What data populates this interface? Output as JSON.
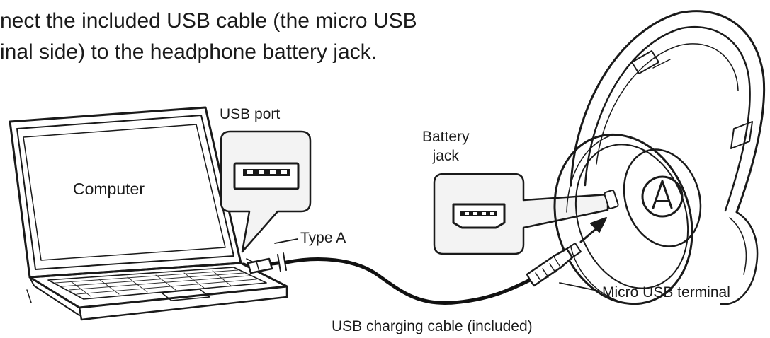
{
  "instruction": {
    "line1": "nect the included USB cable (the micro USB",
    "line2": "inal side) to the headphone battery jack."
  },
  "labels": {
    "computer": "Computer",
    "usb_port": "USB port",
    "battery_jack_line1": "Battery",
    "battery_jack_line2": "jack",
    "type_a": "Type A",
    "micro_usb_terminal": "Micro USB terminal",
    "usb_charging_cable": "USB charging cable (included)"
  },
  "colors": {
    "ink": "#1a1a1a",
    "panel_fill": "#f3f3f3",
    "cable": "#111111"
  }
}
